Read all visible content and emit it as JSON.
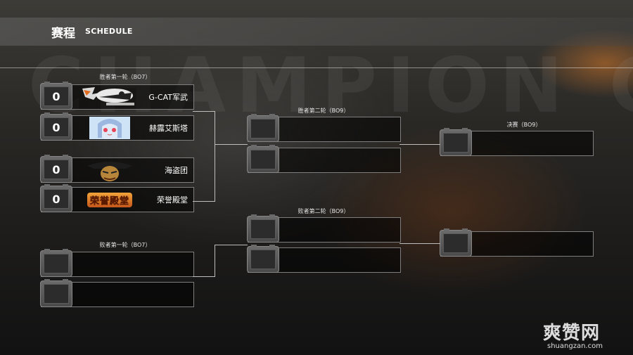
{
  "header": {
    "title_cn": "赛程",
    "title_en": "SCHEDULE",
    "watermark": "CHAMPION CUP"
  },
  "rounds": {
    "winners_r1": "胜者第一轮（BO7）",
    "winners_r2": "胜者第二轮（BO9）",
    "final": "决赛（BO9）",
    "losers_r2": "败者第二轮（BO9）",
    "losers_r1": "败者第一轮（BO7）"
  },
  "teams": [
    {
      "score": "0",
      "name": "G-CAT军武",
      "logo": "gcat-logo"
    },
    {
      "score": "0",
      "name": "赫露艾斯塔",
      "logo": "anime-girl-logo"
    },
    {
      "score": "0",
      "name": "海盗团",
      "logo": "pirate-logo"
    },
    {
      "score": "0",
      "name": "荣誉殿堂",
      "logo": "honor-hall-logo",
      "logo_text": "荣誉殿堂"
    }
  ],
  "footer": {
    "brand": "爽赞网",
    "url": "shuangzan.com"
  },
  "colors": {
    "connector": "#bdbdbd",
    "slot_border": "#7e7e7e"
  }
}
